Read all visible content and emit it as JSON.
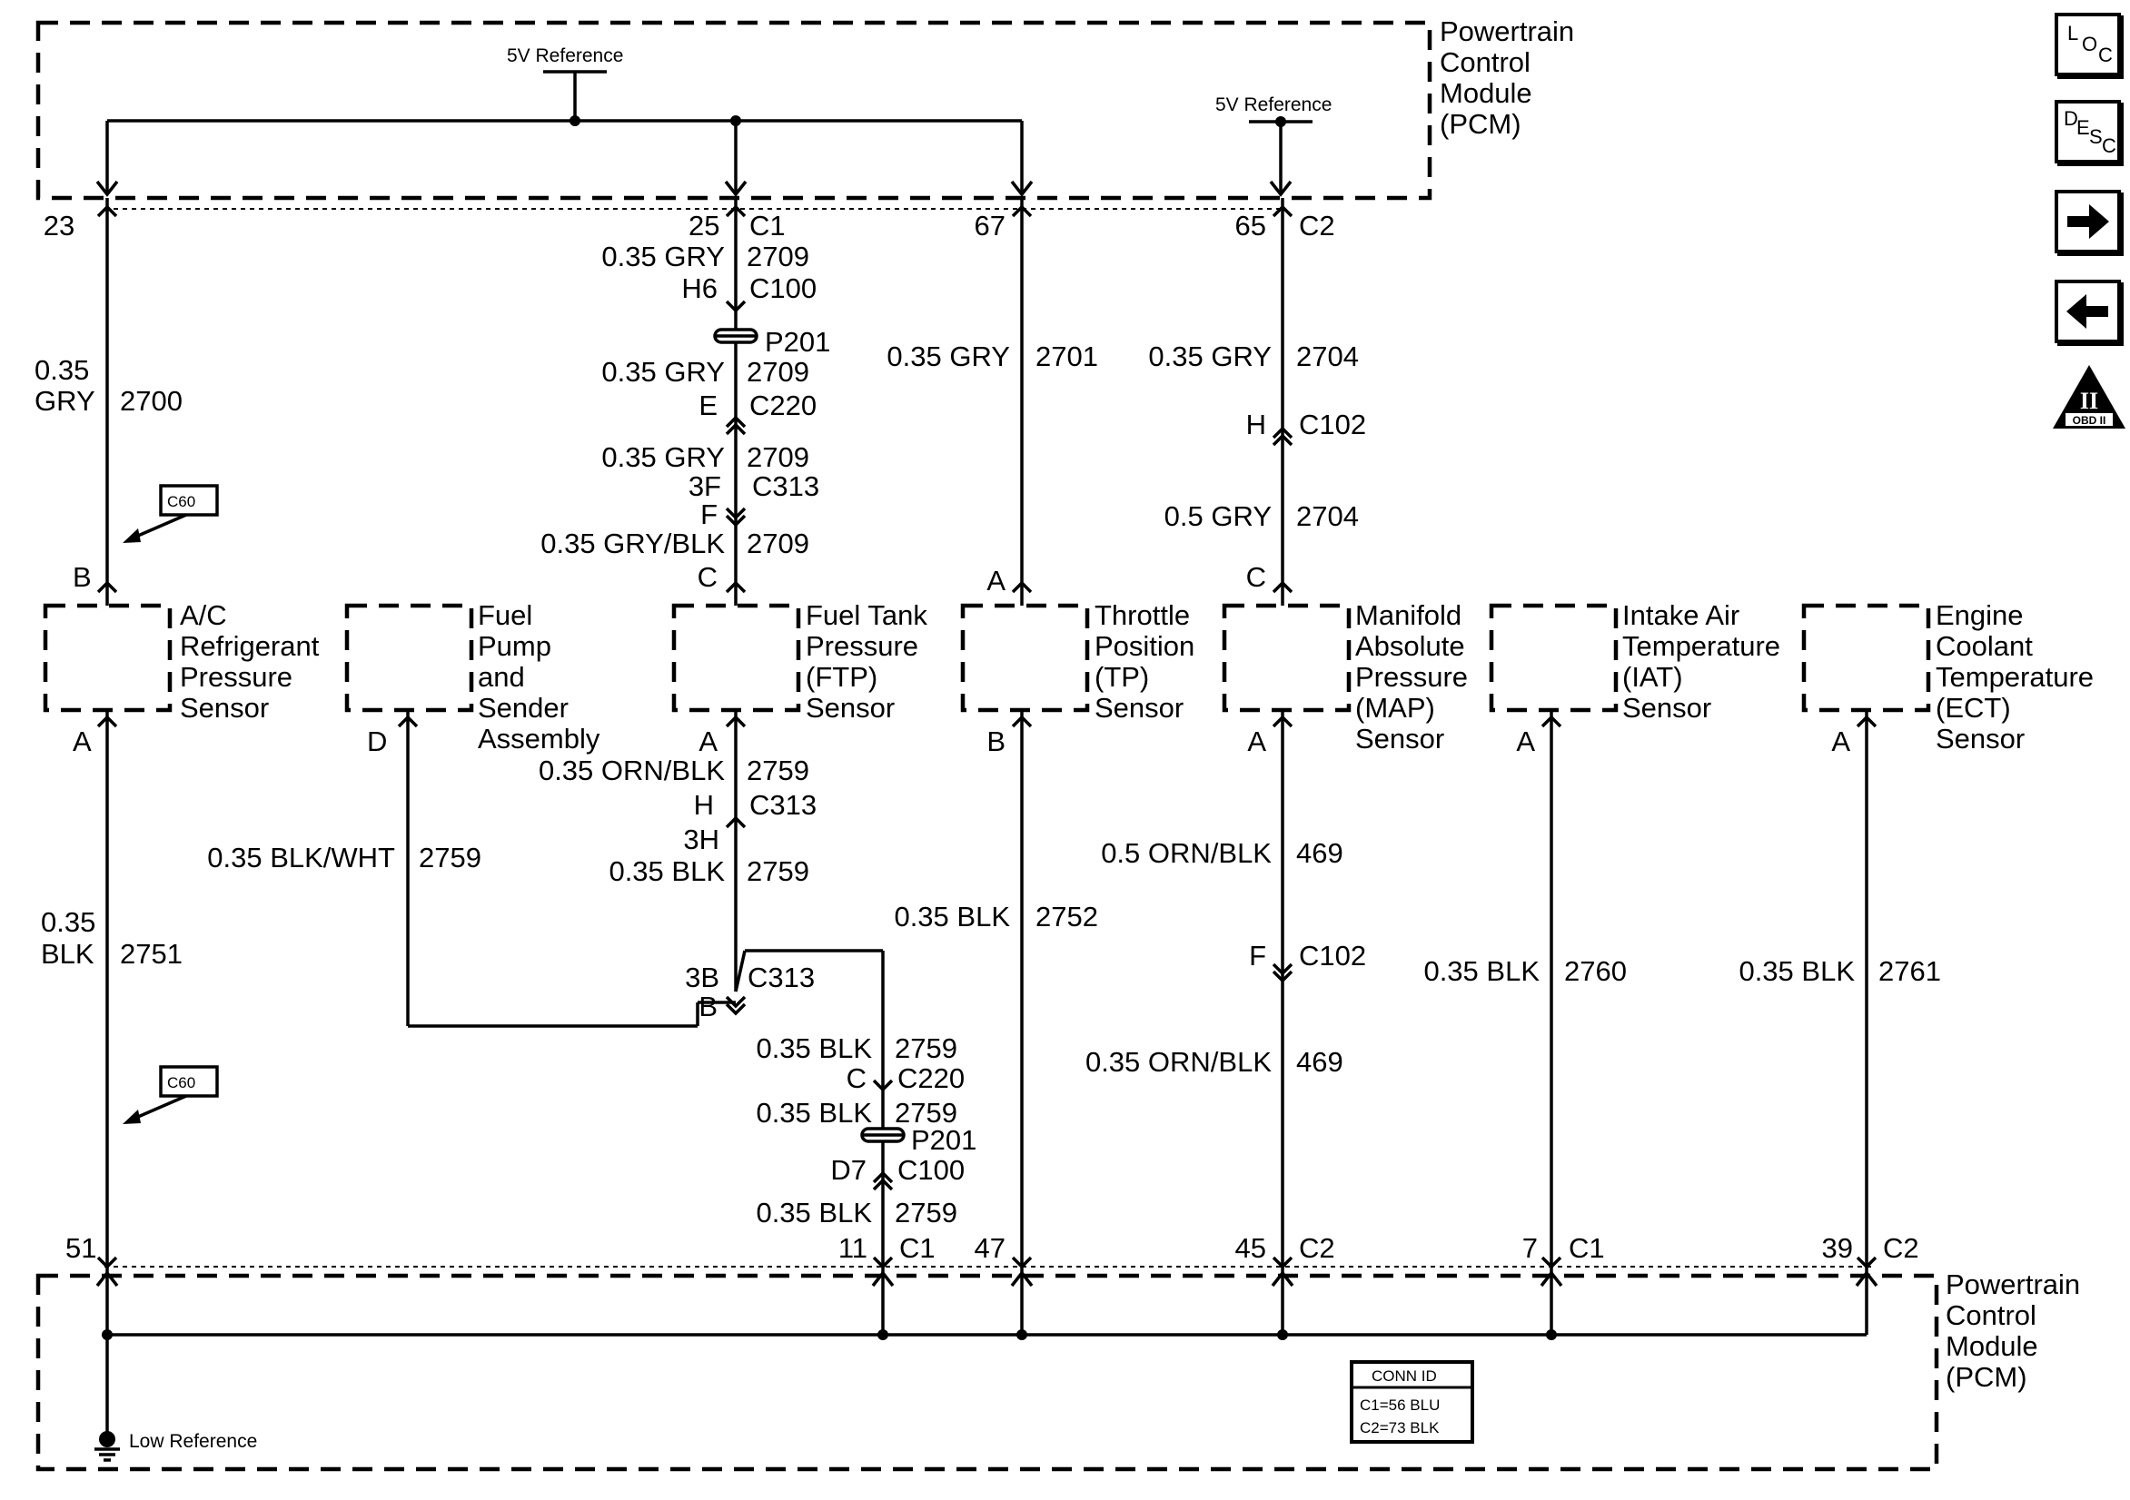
{
  "pcm_top": {
    "l1": "Powertrain",
    "l2": "Control",
    "l3": "Module",
    "l4": "(PCM)"
  },
  "pcm_bottom": {
    "l1": "Powertrain",
    "l2": "Control",
    "l3": "Module",
    "l4": "(PCM)"
  },
  "ref5v_a": "5V Reference",
  "ref5v_b": "5V Reference",
  "low_ref": "Low Reference",
  "conn_id": {
    "title": "CONN ID",
    "c1": "C1=56 BLU",
    "c2": "C2=73 BLK"
  },
  "c60_tag": "C60",
  "nav": {
    "loc": [
      "L",
      "O",
      "C"
    ],
    "desc": [
      "D",
      "E",
      "S",
      "C"
    ],
    "obd": "OBD II",
    "obd_num": "II"
  },
  "sensors": {
    "ac": {
      "l1": "A/C",
      "l2": "Refrigerant",
      "l3": "Pressure",
      "l4": "Sensor"
    },
    "fuelpump": {
      "l1": "Fuel",
      "l2": "Pump",
      "l3": "and",
      "l4": "Sender",
      "l5": "Assembly"
    },
    "ftp": {
      "l1": "Fuel Tank",
      "l2": "Pressure",
      "l3": "(FTP)",
      "l4": "Sensor"
    },
    "tp": {
      "l1": "Throttle",
      "l2": "Position",
      "l3": "(TP)",
      "l4": "Sensor"
    },
    "map": {
      "l1": "Manifold",
      "l2": "Absolute",
      "l3": "Pressure",
      "l4": "(MAP)",
      "l5": "Sensor"
    },
    "iat": {
      "l1": "Intake Air",
      "l2": "Temperature",
      "l3": "(IAT)",
      "l4": "Sensor"
    },
    "ect": {
      "l1": "Engine",
      "l2": "Coolant",
      "l3": "Temperature",
      "l4": "(ECT)",
      "l5": "Sensor"
    }
  },
  "w1": {
    "pin_top": "23",
    "pin_b": "B",
    "wire_a": "0.35",
    "wire_b": "GRY",
    "circ": "2700",
    "pin_a": "A",
    "wire2_a": "0.35",
    "wire2_b": "BLK",
    "circ2": "2751",
    "pin_bot": "51"
  },
  "w2": {
    "pin_top": "25",
    "c1": "C1",
    "wire1": "0.35 GRY",
    "circ1": "2709",
    "h6": "H6",
    "c100": "C100",
    "p201": "P201",
    "wire2": "0.35 GRY",
    "circ2": "2709",
    "e": "E",
    "c220": "C220",
    "wire3": "0.35 GRY",
    "circ3": "2709",
    "p3f": "3F",
    "c313": "C313",
    "f": "F",
    "wire4": "0.35 GRY/BLK",
    "circ4": "2709",
    "pin_c": "C",
    "pin_a": "A",
    "wire5": "0.35 ORN/BLK",
    "circ5": "2759",
    "h": "H",
    "c313b": "C313",
    "p3h": "3H",
    "wire6": "0.35 BLK",
    "circ6": "2759",
    "p3b": "3B",
    "c313c": "C313",
    "b": "B",
    "wire7": "0.35 BLK",
    "circ7": "2759",
    "pc": "C",
    "c220b": "C220",
    "wire8": "0.35 BLK",
    "circ8": "2759",
    "p201b": "P201",
    "d7": "D7",
    "c100b": "C100",
    "wire9": "0.35 BLK",
    "circ9": "2759",
    "pin_bot": "11",
    "c1b": "C1"
  },
  "w_fp": {
    "pin_d": "D",
    "wire": "0.35 BLK/WHT",
    "circ": "2759"
  },
  "w3": {
    "pin_top": "67",
    "wire": "0.35 GRY",
    "circ": "2701",
    "pin_a": "A",
    "pin_b": "B",
    "wire2": "0.35 BLK",
    "circ2": "2752",
    "pin_bot": "47"
  },
  "w4": {
    "pin_top": "65",
    "c2": "C2",
    "wire1": "0.35 GRY",
    "circ1": "2704",
    "h": "H",
    "c102": "C102",
    "wire2": "0.5 GRY",
    "circ2": "2704",
    "pin_c": "C",
    "pin_a": "A",
    "wire3": "0.5 ORN/BLK",
    "circ3": "469",
    "f": "F",
    "c102b": "C102",
    "wire4": "0.35 ORN/BLK",
    "circ4": "469",
    "pin_bot": "45",
    "c2b": "C2"
  },
  "w5": {
    "pin_a": "A",
    "wire": "0.35 BLK",
    "circ": "2760",
    "pin_bot": "7",
    "c1": "C1"
  },
  "w6": {
    "pin_a": "A",
    "wire": "0.35 BLK",
    "circ": "2761",
    "pin_bot": "39",
    "c2": "C2"
  }
}
